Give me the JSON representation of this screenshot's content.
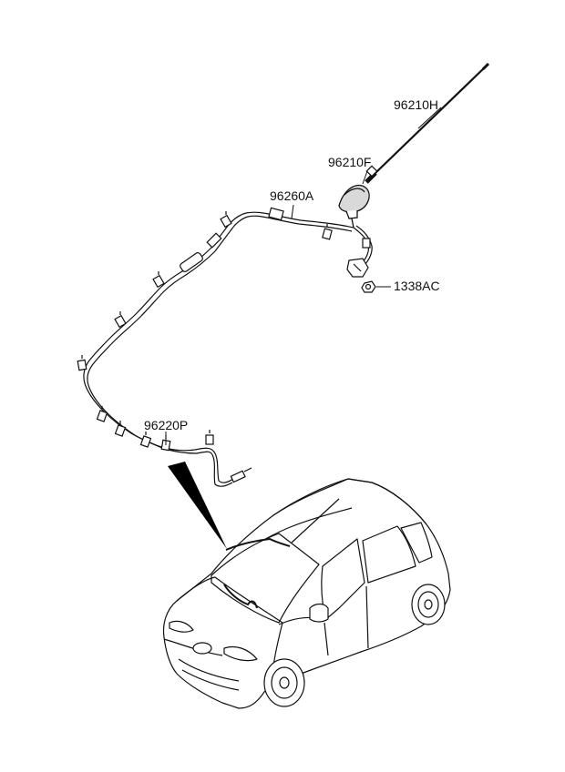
{
  "diagram": {
    "labels": {
      "antenna_rod": "96210H",
      "antenna_base": "96210F",
      "feeder_cable": "96260A",
      "nut": "1338AC",
      "extension_cable": "96220P"
    },
    "colors": {
      "line": "#111111",
      "background": "#ffffff"
    }
  }
}
